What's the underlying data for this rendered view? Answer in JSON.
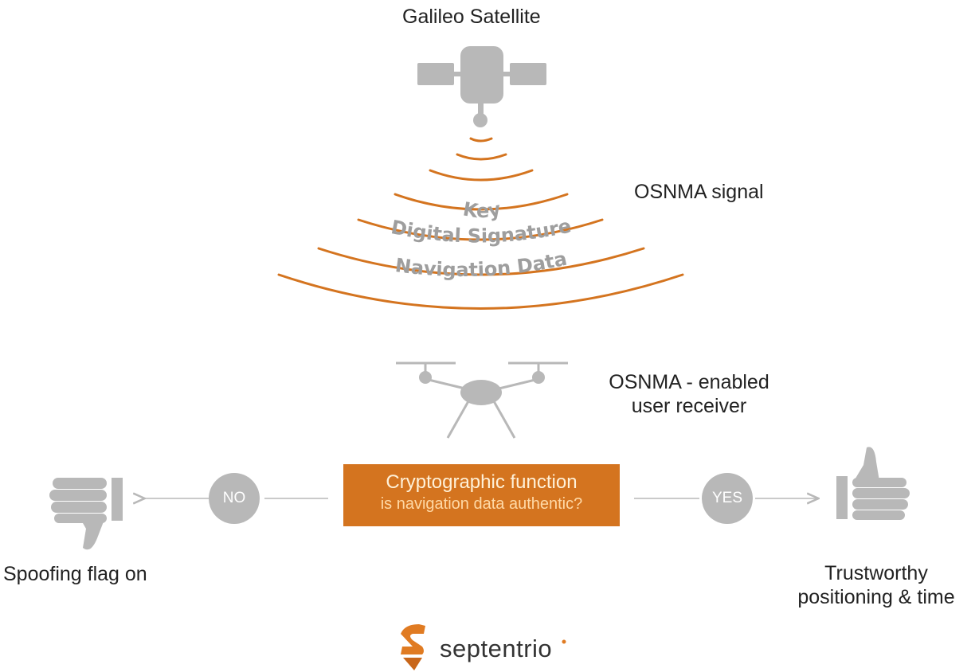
{
  "satellite": {
    "title": "Galileo Satellite"
  },
  "signal": {
    "label": "OSNMA signal",
    "layers": [
      "Key",
      "Digital Signature",
      "Navigation Data"
    ]
  },
  "receiver": {
    "label_line1": "OSNMA - enabled",
    "label_line2": "user receiver"
  },
  "crypto": {
    "title": "Cryptographic function",
    "question": "is navigation data authentic?"
  },
  "outcomes": {
    "no": {
      "decision": "NO",
      "label": "Spoofing flag on"
    },
    "yes": {
      "decision": "YES",
      "label_line1": "Trustworthy",
      "label_line2": "positioning & time"
    }
  },
  "brand": {
    "name": "septentrio"
  },
  "colors": {
    "accent": "#d4741f",
    "icon_gray": "#b8b8b8",
    "text": "#222222"
  }
}
